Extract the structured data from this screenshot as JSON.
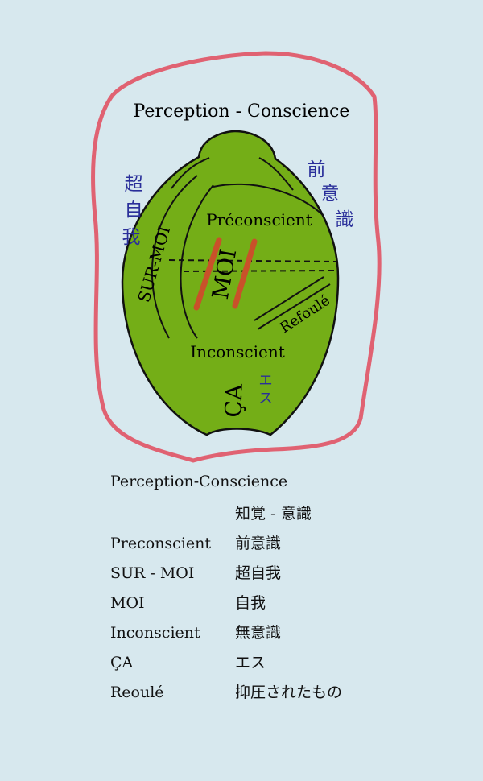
{
  "diagram": {
    "label_perception": "Perception - Conscience",
    "label_preconscient": "Préconscient",
    "label_surmoi": "SUR-MOI",
    "label_moi": "MOI",
    "label_refoule": "Refoulé",
    "label_inconscient": "Inconscient",
    "label_ca": "ÇA",
    "annot_surmoi": [
      "超",
      "自",
      "我"
    ],
    "annot_preconscient": [
      "前",
      "意",
      "識"
    ],
    "annot_ca": [
      "エ",
      "ス"
    ],
    "colors": {
      "background": "#d7e8ee",
      "boundary": "#e06272",
      "body_fill": "#74ae17",
      "moi_bar": "#c9512a",
      "annotation_ink": "#2a2f9a"
    }
  },
  "legend": {
    "title": "Perception-Conscience",
    "rows": [
      {
        "fr": "",
        "jp": "知覚 - 意識"
      },
      {
        "fr": "Preconscient",
        "jp": "前意識"
      },
      {
        "fr": "SUR - MOI",
        "jp": "超自我"
      },
      {
        "fr": "MOI",
        "jp": "自我"
      },
      {
        "fr": "Inconscient",
        "jp": "無意識"
      },
      {
        "fr": "ÇA",
        "jp": "エス"
      },
      {
        "fr": "Reoulé",
        "jp": "抑圧されたもの"
      }
    ]
  }
}
